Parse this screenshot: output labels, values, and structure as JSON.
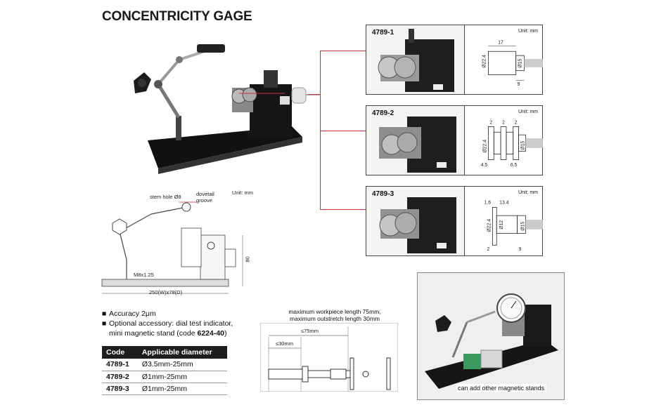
{
  "title": "CONCENTRICITY GAGE",
  "models": [
    {
      "code": "4789-1",
      "unit": "Unit: mm",
      "dims": {
        "top": "17",
        "left": "Ø22.4",
        "right": "Ø15",
        "bottom": "9"
      }
    },
    {
      "code": "4789-2",
      "unit": "Unit: mm",
      "dims": {
        "top1": "2",
        "top2": "2",
        "top3": "2",
        "left": "Ø22.4",
        "right": "Ø15",
        "bottom1": "4.5",
        "bottom2": "6.5"
      }
    },
    {
      "code": "4789-3",
      "unit": "Unit: mm",
      "dims": {
        "top1": "1.6",
        "top2": "13.4",
        "left1": "Ø22.4",
        "left2": "Ø12",
        "right": "Ø15",
        "bottom1": "2",
        "bottom2": "9"
      }
    }
  ],
  "side_view": {
    "stem_hole": "stem hole Ø8",
    "dovetail": "dovetail groove",
    "unit": "Unit: mm",
    "thread": "M8x1.25",
    "height": "80",
    "base": "250(W)x78(D)"
  },
  "specs": {
    "accuracy": "Accuracy 2μm",
    "accessory_line1": "Optional accessory: dial test indicator,",
    "accessory_line2_pre": "mini magnetic stand (code ",
    "accessory_code": "6224-40",
    "accessory_line2_post": ")"
  },
  "table": {
    "headers": [
      "Code",
      "Applicable diameter"
    ],
    "rows": [
      [
        "4789-1",
        "Ø3.5mm-25mm"
      ],
      [
        "4789-2",
        "Ø1mm-25mm"
      ],
      [
        "4789-3",
        "Ø1mm-25mm"
      ]
    ]
  },
  "workpiece": {
    "caption1": "maximum workpiece length 75mm,",
    "caption2": "maximum outstretch length 30mm",
    "len75": "≤75mm",
    "len30": "≤30mm"
  },
  "photo_caption": "can add other magnetic stands"
}
